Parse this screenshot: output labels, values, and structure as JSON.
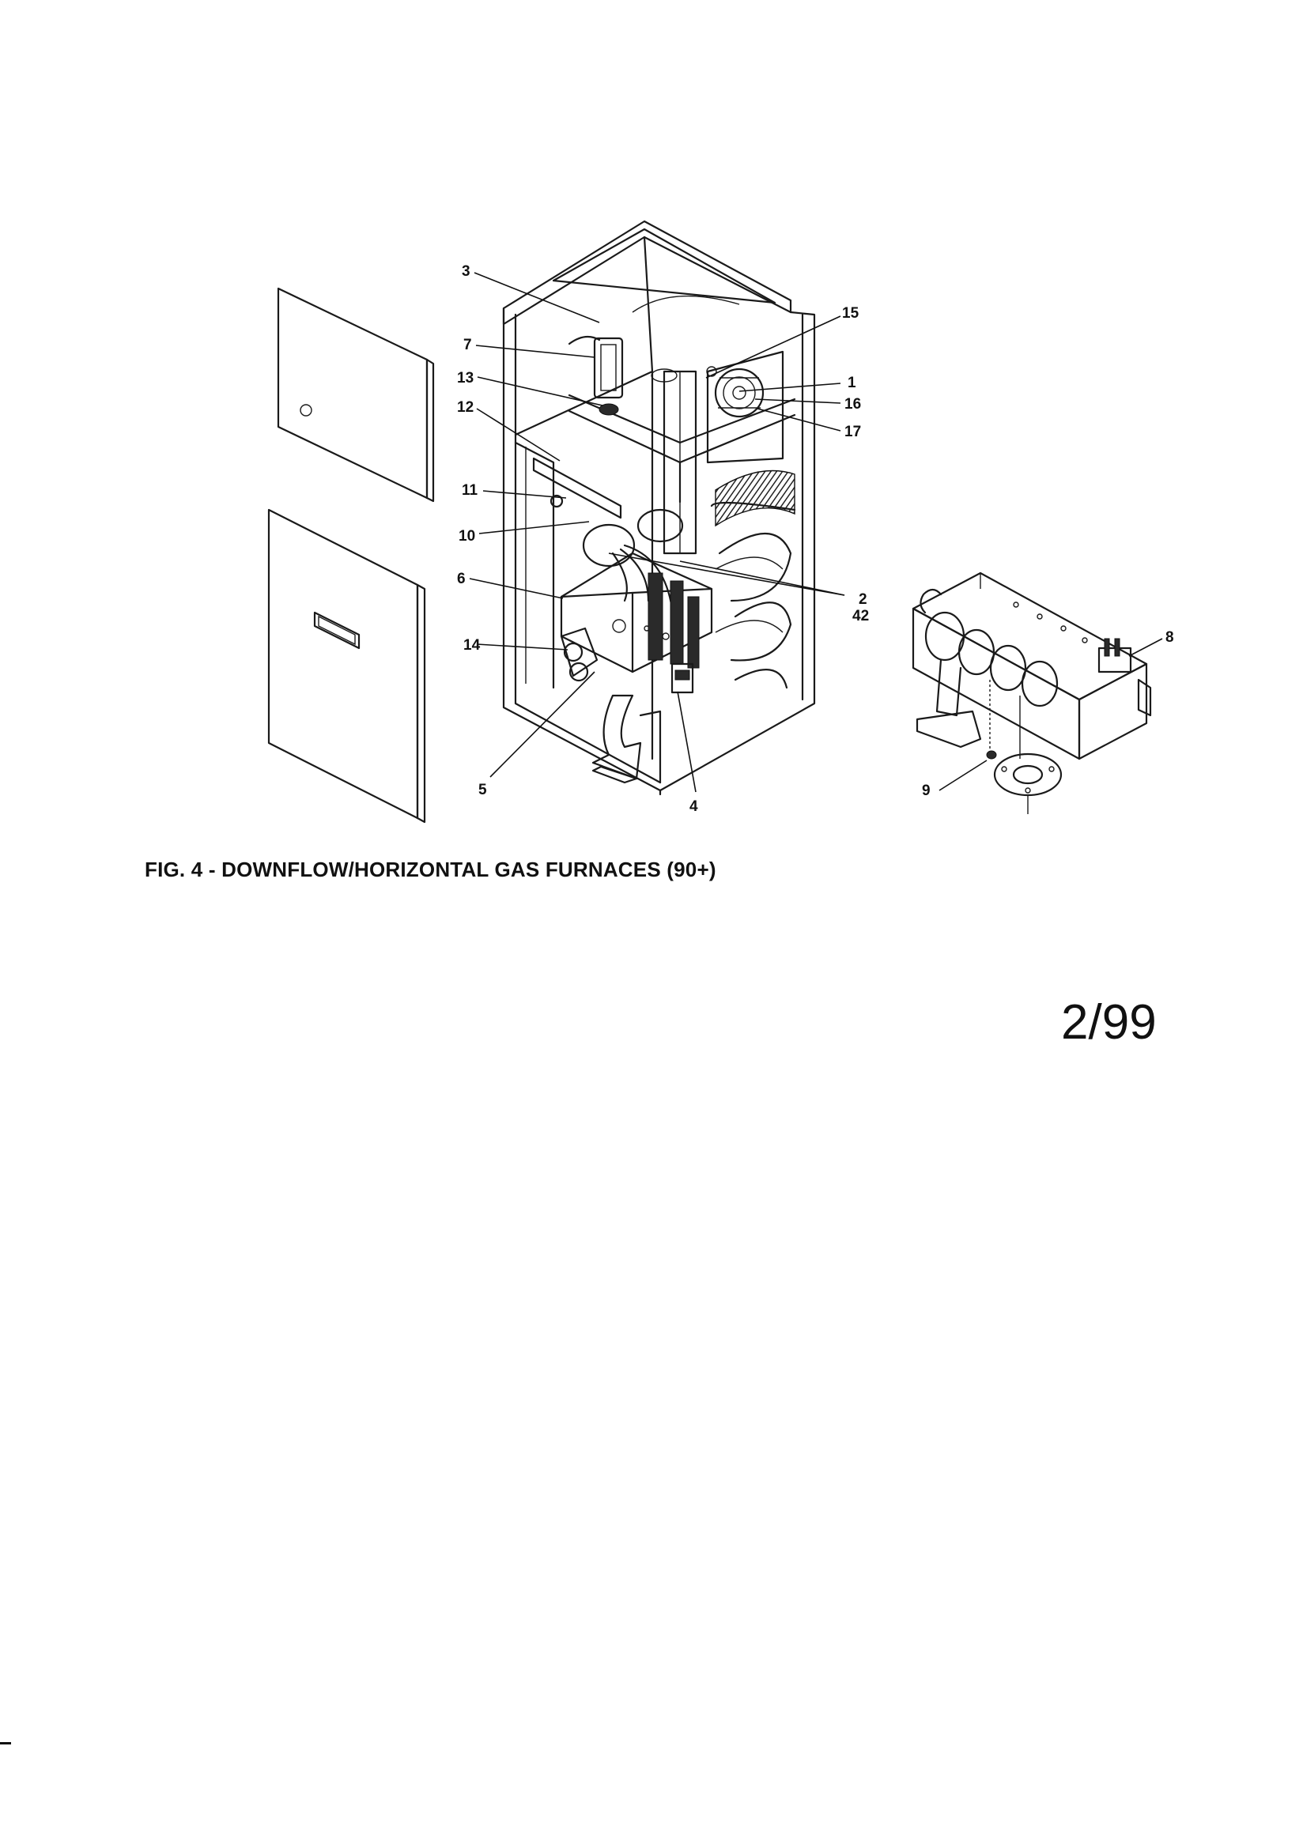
{
  "figure": {
    "caption": "FIG. 4 - DOWNFLOW/HORIZONTAL GAS FURNACES (90+)",
    "date_code": "2/99"
  },
  "callouts": {
    "c1": "1",
    "c2": "2",
    "c42": "42",
    "c3": "3",
    "c4": "4",
    "c5": "5",
    "c6": "6",
    "c7": "7",
    "c8": "8",
    "c9": "9",
    "c10": "10",
    "c11": "11",
    "c12": "12",
    "c13": "13",
    "c14": "14",
    "c15": "15",
    "c16": "16",
    "c17": "17"
  }
}
